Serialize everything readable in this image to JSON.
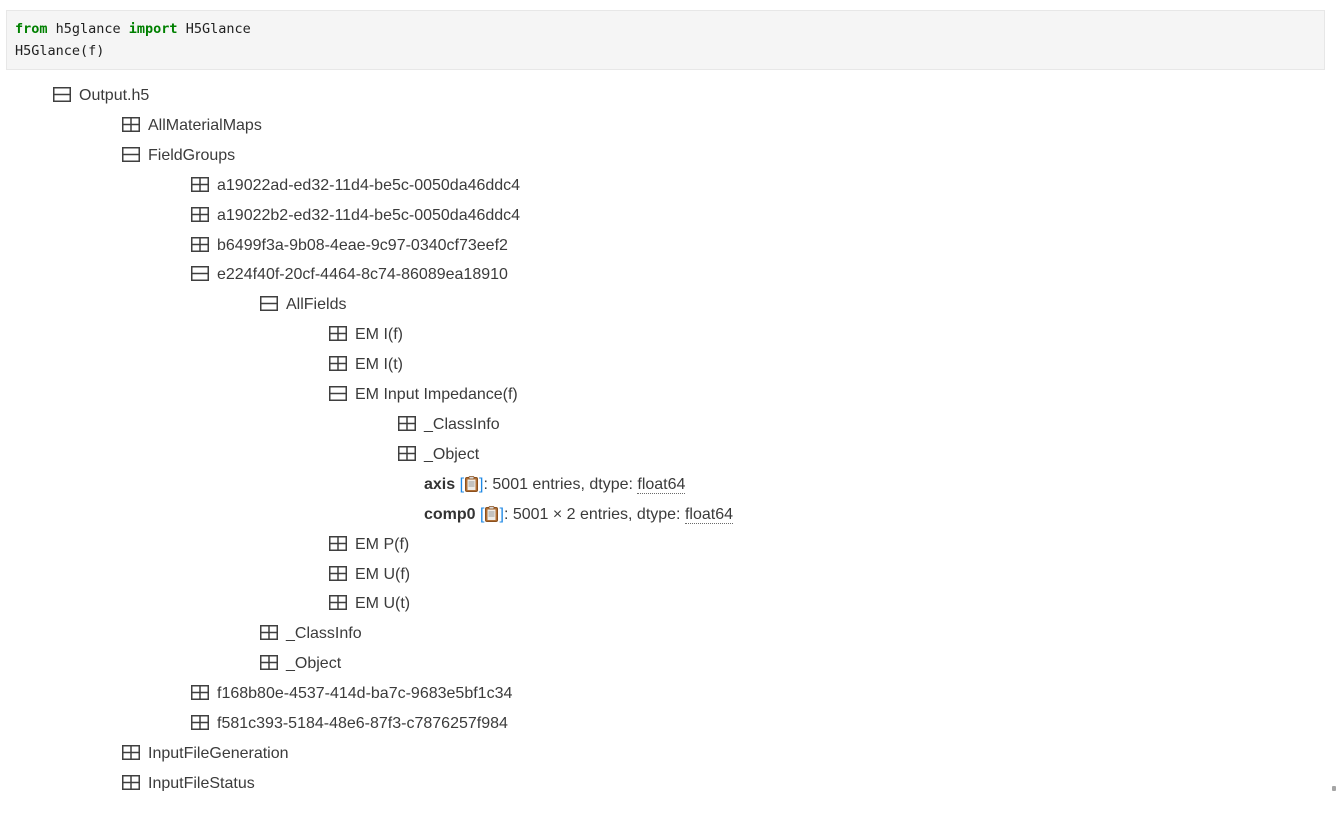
{
  "code_cell": {
    "language": "python",
    "lines": [
      [
        {
          "type": "keyword",
          "text": "from"
        },
        {
          "type": "plain",
          "text": " h5glance "
        },
        {
          "type": "keyword",
          "text": "import"
        },
        {
          "type": "plain",
          "text": " H5Glance"
        }
      ],
      [
        {
          "type": "plain",
          "text": "H5Glance(f)"
        }
      ]
    ]
  },
  "ui": {
    "copy_link_open_bracket": "[",
    "copy_link_close_bracket": "]",
    "icons": {
      "expanded_group": "minus-box-icon",
      "collapsed_group": "grid-box-icon",
      "dataset_copy": "clipboard-icon"
    },
    "colors": {
      "keyword_green": "#008000",
      "link_blue": "#1e88e5",
      "tree_text": "#3b3b3b",
      "code_cell_bg": "#f5f5f5",
      "icon_stroke": "#3f3f3f"
    }
  },
  "tree": {
    "file": {
      "kind": "group",
      "label": "Output.h5",
      "state": "expanded",
      "children": [
        {
          "kind": "group",
          "label": "AllMaterialMaps",
          "state": "collapsed",
          "children": []
        },
        {
          "kind": "group",
          "label": "FieldGroups",
          "state": "expanded",
          "children": [
            {
              "kind": "group",
              "label": "a19022ad-ed32-11d4-be5c-0050da46ddc4",
              "state": "collapsed",
              "children": []
            },
            {
              "kind": "group",
              "label": "a19022b2-ed32-11d4-be5c-0050da46ddc4",
              "state": "collapsed",
              "children": []
            },
            {
              "kind": "group",
              "label": "b6499f3a-9b08-4eae-9c97-0340cf73eef2",
              "state": "collapsed",
              "children": []
            },
            {
              "kind": "group",
              "label": "e224f40f-20cf-4464-8c74-86089ea18910",
              "state": "expanded",
              "children": [
                {
                  "kind": "group",
                  "label": "AllFields",
                  "state": "expanded",
                  "children": [
                    {
                      "kind": "group",
                      "label": "EM I(f)",
                      "state": "collapsed",
                      "children": []
                    },
                    {
                      "kind": "group",
                      "label": "EM I(t)",
                      "state": "collapsed",
                      "children": []
                    },
                    {
                      "kind": "group",
                      "label": "EM Input Impedance(f)",
                      "state": "expanded",
                      "children": [
                        {
                          "kind": "group",
                          "label": "_ClassInfo",
                          "state": "collapsed",
                          "children": []
                        },
                        {
                          "kind": "group",
                          "label": "_Object",
                          "state": "collapsed",
                          "children": []
                        },
                        {
                          "kind": "dataset",
                          "name": "axis",
                          "desc": ": 5001 entries, dtype: ",
                          "dtype": "float64"
                        },
                        {
                          "kind": "dataset",
                          "name": "comp0",
                          "desc": ": 5001 × 2 entries, dtype: ",
                          "dtype": "float64"
                        }
                      ]
                    },
                    {
                      "kind": "group",
                      "label": "EM P(f)",
                      "state": "collapsed",
                      "children": []
                    },
                    {
                      "kind": "group",
                      "label": "EM U(f)",
                      "state": "collapsed",
                      "children": []
                    },
                    {
                      "kind": "group",
                      "label": "EM U(t)",
                      "state": "collapsed",
                      "children": []
                    }
                  ]
                },
                {
                  "kind": "group",
                  "label": "_ClassInfo",
                  "state": "collapsed",
                  "children": []
                },
                {
                  "kind": "group",
                  "label": "_Object",
                  "state": "collapsed",
                  "children": []
                }
              ]
            },
            {
              "kind": "group",
              "label": "f168b80e-4537-414d-ba7c-9683e5bf1c34",
              "state": "collapsed",
              "children": []
            },
            {
              "kind": "group",
              "label": "f581c393-5184-48e6-87f3-c7876257f984",
              "state": "collapsed",
              "children": []
            }
          ]
        },
        {
          "kind": "group",
          "label": "InputFileGeneration",
          "state": "collapsed",
          "children": []
        },
        {
          "kind": "group",
          "label": "InputFileStatus",
          "state": "collapsed",
          "children": []
        }
      ]
    }
  }
}
